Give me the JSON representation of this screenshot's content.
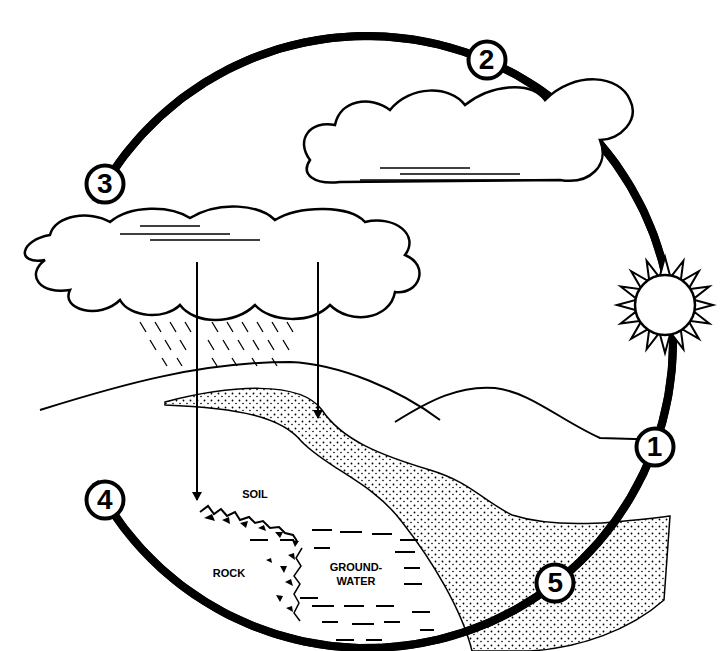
{
  "diagram": {
    "nodes": [
      {
        "text": [
          "1"
        ]
      },
      {
        "text": [
          "2"
        ]
      },
      {
        "text": [
          "3"
        ]
      },
      {
        "text": [
          "4"
        ]
      },
      {
        "text": [
          "5"
        ]
      }
    ],
    "edges": [
      {
        "from": 0,
        "to": 1,
        "arrow": "none"
      },
      {
        "from": 1,
        "to": 2,
        "arrow": "none"
      },
      {
        "from": 2,
        "to": 3,
        "arrow": "none"
      },
      {
        "from": 3,
        "to": 4,
        "arrow": "none"
      },
      {
        "from": 4,
        "to": 0,
        "arrow": "none"
      }
    ],
    "labels": [
      "SOIL",
      "ROCK",
      "GROUND- WATER"
    ]
  }
}
